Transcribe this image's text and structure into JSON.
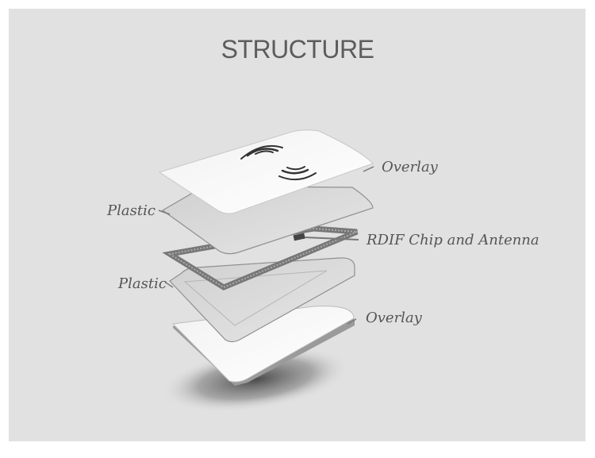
{
  "title": "STRUCTURE",
  "layers": [
    {
      "label": "Overlay"
    },
    {
      "label": "Plastic"
    },
    {
      "label": "RDIF Chip and Antenna"
    },
    {
      "label": "Plastic"
    },
    {
      "label": "Overlay"
    }
  ],
  "colors": {
    "background": "#e1e1e1",
    "text": "#555555",
    "overlay_card": "#ffffff",
    "plastic_card": "#d9d9d9",
    "antenna": "#7a7a7a"
  }
}
